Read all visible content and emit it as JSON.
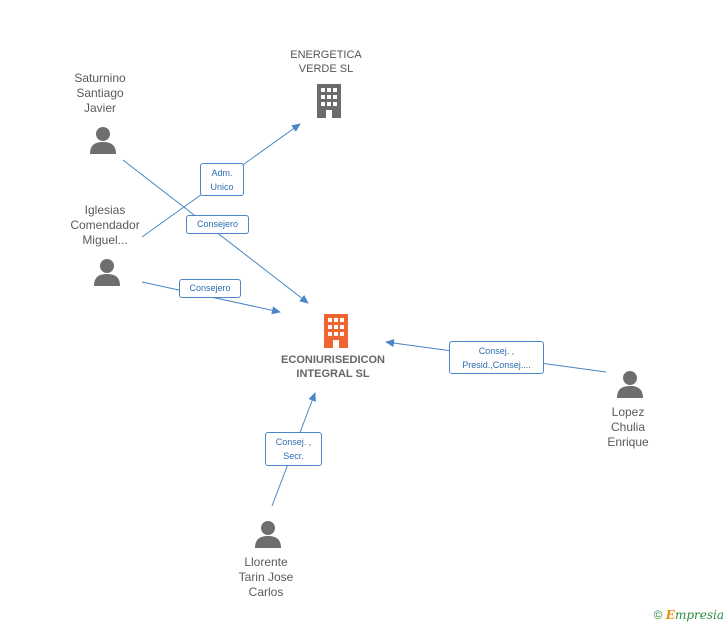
{
  "nodes": {
    "energetica": {
      "line1": "ENERGETICA",
      "line2": "VERDE SL"
    },
    "econiurisedicon": {
      "line1": "ECONIURISEDICON",
      "line2": "INTEGRAL SL"
    },
    "saturnino": {
      "line1": "Saturnino",
      "line2": "Santiago",
      "line3": "Javier"
    },
    "iglesias": {
      "line1": "Iglesias",
      "line2": "Comendador",
      "line3": "Miguel..."
    },
    "lopez": {
      "line1": "Lopez",
      "line2": "Chulia",
      "line3": "Enrique"
    },
    "llorente": {
      "line1": "Llorente",
      "line2": "Tarin Jose",
      "line3": "Carlos"
    }
  },
  "edges": {
    "adm_unico": {
      "line1": "Adm.",
      "line2": "Unico"
    },
    "consejero_1": {
      "line1": "Consejero"
    },
    "consejero_2": {
      "line1": "Consejero"
    },
    "consej_presid": {
      "line1": "Consej. ,",
      "line2": "Presid.,Consej...."
    },
    "consej_secr": {
      "line1": "Consej. ,",
      "line2": "Secr."
    }
  },
  "footer": {
    "copyright": "©",
    "brand_initial": "E",
    "brand_rest": "mpresia"
  },
  "colors": {
    "edge": "#4a86c8",
    "company_main": "#f06432",
    "company": "#6b6b6b",
    "person": "#6e6e6e"
  }
}
